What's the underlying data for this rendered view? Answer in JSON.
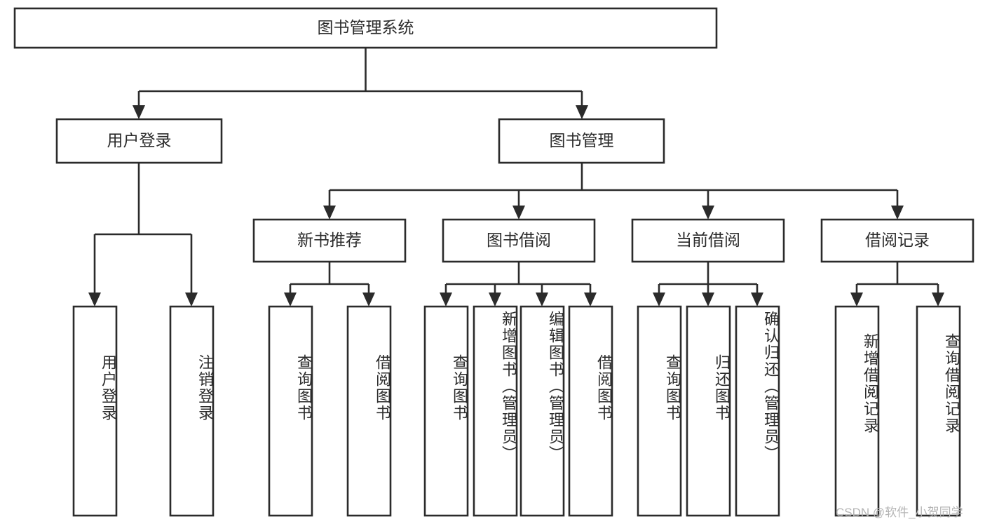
{
  "diagram": {
    "title": "图书管理系统",
    "watermark": "CSDN @软件_小贺同学",
    "root": {
      "label": "图书管理系统"
    },
    "level2": [
      {
        "label": "用户登录"
      },
      {
        "label": "图书管理"
      }
    ],
    "level3": [
      {
        "label": "新书推荐"
      },
      {
        "label": "图书借阅"
      },
      {
        "label": "当前借阅"
      },
      {
        "label": "借阅记录"
      }
    ],
    "leaves": {
      "user_login": [
        {
          "label": "用户登录"
        },
        {
          "label": "注销登录"
        }
      ],
      "new_book_recommend": [
        {
          "label": "查询图书"
        },
        {
          "label": "借阅图书"
        }
      ],
      "book_borrow": [
        {
          "label": "查询图书"
        },
        {
          "label": "新增图书（管理员）"
        },
        {
          "label": "编辑图书（管理员）"
        },
        {
          "label": "借阅图书"
        }
      ],
      "current_borrow": [
        {
          "label": "查询图书"
        },
        {
          "label": "归还图书"
        },
        {
          "label": "确认归还（管理员）"
        }
      ],
      "borrow_record": [
        {
          "label": "新增借阅记录"
        },
        {
          "label": "查询借阅记录"
        }
      ]
    },
    "colors": {
      "stroke": "#2b2b2b",
      "fill": "#ffffff",
      "background": "#ffffff",
      "watermark": "#b4b4b4"
    }
  },
  "chart_data": {
    "type": "table",
    "title": "图书管理系统 功能结构图",
    "tree": {
      "name": "图书管理系统",
      "children": [
        {
          "name": "用户登录",
          "children": [
            {
              "name": "用户登录"
            },
            {
              "name": "注销登录"
            }
          ]
        },
        {
          "name": "图书管理",
          "children": [
            {
              "name": "新书推荐",
              "children": [
                {
                  "name": "查询图书"
                },
                {
                  "name": "借阅图书"
                }
              ]
            },
            {
              "name": "图书借阅",
              "children": [
                {
                  "name": "查询图书"
                },
                {
                  "name": "新增图书（管理员）"
                },
                {
                  "name": "编辑图书（管理员）"
                },
                {
                  "name": "借阅图书"
                }
              ]
            },
            {
              "name": "当前借阅",
              "children": [
                {
                  "name": "查询图书"
                },
                {
                  "name": "归还图书"
                },
                {
                  "name": "确认归还（管理员）"
                }
              ]
            },
            {
              "name": "借阅记录",
              "children": [
                {
                  "name": "新增借阅记录"
                },
                {
                  "name": "查询借阅记录"
                }
              ]
            }
          ]
        }
      ]
    }
  }
}
